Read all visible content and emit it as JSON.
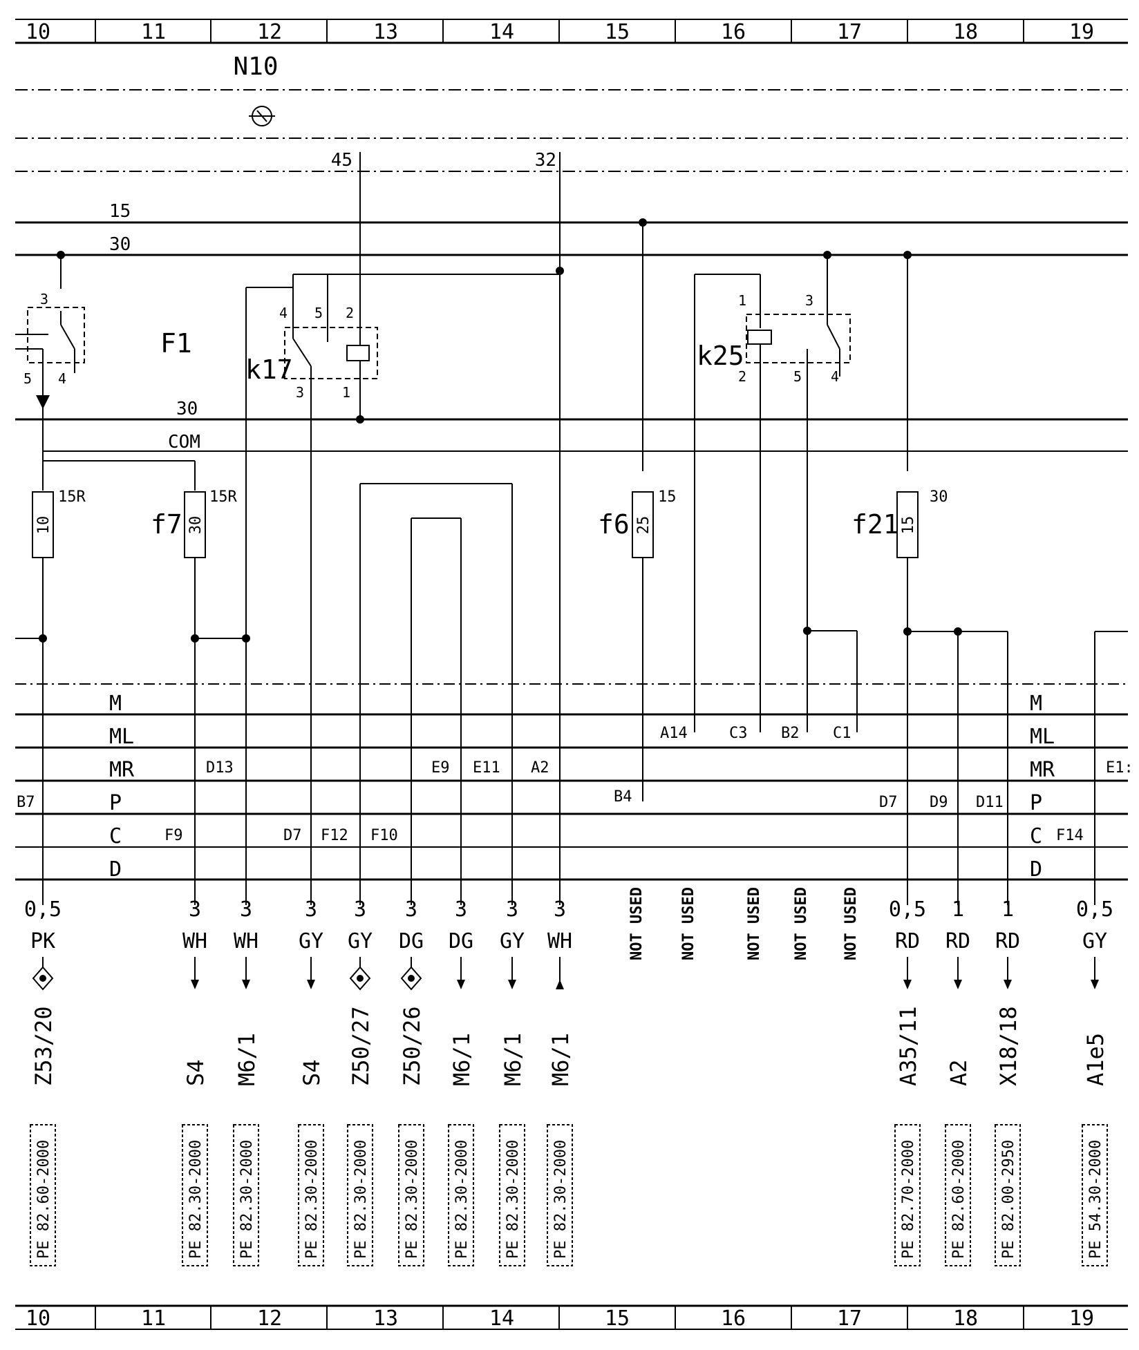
{
  "grid_numbers": [
    "10",
    "11",
    "12",
    "13",
    "14",
    "15",
    "16",
    "17",
    "18",
    "19"
  ],
  "module_label": "N10",
  "module_pins": [
    "45",
    "32"
  ],
  "bus_labels": {
    "b15": "15",
    "b30": "30",
    "b30b": "30",
    "com": "COM"
  },
  "fuse_block_label": "F1",
  "left_relay_pins": [
    "3",
    "5",
    "4"
  ],
  "relay_k17": {
    "label": "k17",
    "pins": [
      "4",
      "5",
      "2",
      "3",
      "1"
    ]
  },
  "relay_k25": {
    "label": "k25",
    "pins": [
      "1",
      "3",
      "2",
      "5",
      "4"
    ]
  },
  "fuses": [
    {
      "name": "",
      "rating": "10",
      "terminal": "15R"
    },
    {
      "name": "f7",
      "rating": "30",
      "terminal": "15R"
    },
    {
      "name": "f6",
      "rating": "25",
      "terminal": "15"
    },
    {
      "name": "f21",
      "rating": "15",
      "terminal": "30"
    }
  ],
  "connector_rows_left": [
    "M",
    "ML",
    "MR",
    "P",
    "C",
    "D"
  ],
  "connector_rows_right": [
    "M",
    "ML",
    "MR",
    "P",
    "C",
    "D"
  ],
  "pin_labels": [
    "B7",
    "D13",
    "F9",
    "D7",
    "F12",
    "F10",
    "E9",
    "E11",
    "A2",
    "A14",
    "B4",
    "C3",
    "B2",
    "C1",
    "D7",
    "D9",
    "D11",
    "F14",
    "E1:"
  ],
  "wires": [
    {
      "size": "0,5",
      "color": "PK",
      "dest": "Z53/20",
      "ref": "PE 82.60-2000"
    },
    {
      "size": "3",
      "color": "WH",
      "dest": "S4",
      "ref": "PE 82.30-2000"
    },
    {
      "size": "3",
      "color": "WH",
      "dest": "M6/1",
      "ref": "PE 82.30-2000"
    },
    {
      "size": "3",
      "color": "GY",
      "dest": "S4",
      "ref": "PE 82.30-2000"
    },
    {
      "size": "3",
      "color": "GY",
      "dest": "Z50/27",
      "ref": "PE 82.30-2000"
    },
    {
      "size": "3",
      "color": "DG",
      "dest": "Z50/26",
      "ref": "PE 82.30-2000"
    },
    {
      "size": "3",
      "color": "DG",
      "dest": "M6/1",
      "ref": "PE 82.30-2000"
    },
    {
      "size": "3",
      "color": "GY",
      "dest": "M6/1",
      "ref": "PE 82.30-2000"
    },
    {
      "size": "3",
      "color": "WH",
      "dest": "M6/1",
      "ref": "PE 82.30-2000"
    },
    {
      "size": "0,5",
      "color": "RD",
      "dest": "A35/11",
      "ref": "PE 82.70-2000"
    },
    {
      "size": "1",
      "color": "RD",
      "dest": "A2",
      "ref": "PE 82.60-2000"
    },
    {
      "size": "1",
      "color": "RD",
      "dest": "X18/18",
      "ref": "PE 82.00-2950"
    },
    {
      "size": "0,5",
      "color": "GY",
      "dest": "A1e5",
      "ref": "PE 54.30-2000"
    }
  ],
  "not_used_label": "NOT USED"
}
